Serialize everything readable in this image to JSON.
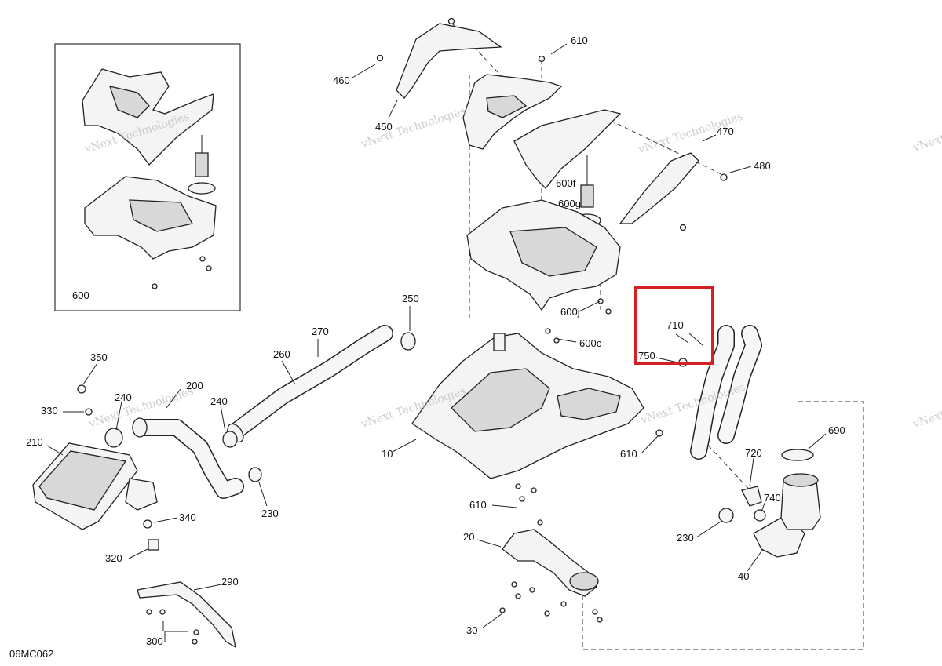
{
  "drawing_id": "06MC062",
  "watermark": "vNext Technologies",
  "highlight_color": "#d71f26",
  "inset_label": "600",
  "callouts": [
    {
      "id": "c610a",
      "text": "610"
    },
    {
      "id": "c460",
      "text": "460"
    },
    {
      "id": "c450",
      "text": "450"
    },
    {
      "id": "c470",
      "text": "470"
    },
    {
      "id": "c480",
      "text": "480"
    },
    {
      "id": "c600f",
      "text": "600f"
    },
    {
      "id": "c600g",
      "text": "600g"
    },
    {
      "id": "c600j",
      "text": "600j"
    },
    {
      "id": "c600c",
      "text": "600c"
    },
    {
      "id": "c250",
      "text": "250"
    },
    {
      "id": "c270",
      "text": "270"
    },
    {
      "id": "c260",
      "text": "260"
    },
    {
      "id": "c710",
      "text": "710"
    },
    {
      "id": "c750",
      "text": "750"
    },
    {
      "id": "c350",
      "text": "350"
    },
    {
      "id": "c200",
      "text": "200"
    },
    {
      "id": "c240a",
      "text": "240"
    },
    {
      "id": "c240b",
      "text": "240"
    },
    {
      "id": "c330",
      "text": "330"
    },
    {
      "id": "c210",
      "text": "210"
    },
    {
      "id": "c10",
      "text": "10"
    },
    {
      "id": "c610b",
      "text": "610"
    },
    {
      "id": "c690",
      "text": "690"
    },
    {
      "id": "c720",
      "text": "720"
    },
    {
      "id": "c740",
      "text": "740"
    },
    {
      "id": "c230a",
      "text": "230"
    },
    {
      "id": "c230b",
      "text": "230"
    },
    {
      "id": "c340",
      "text": "340"
    },
    {
      "id": "c610c",
      "text": "610"
    },
    {
      "id": "c20",
      "text": "20"
    },
    {
      "id": "c320",
      "text": "320"
    },
    {
      "id": "c290",
      "text": "290"
    },
    {
      "id": "c40",
      "text": "40"
    },
    {
      "id": "c30",
      "text": "30"
    },
    {
      "id": "c300",
      "text": "300"
    }
  ]
}
